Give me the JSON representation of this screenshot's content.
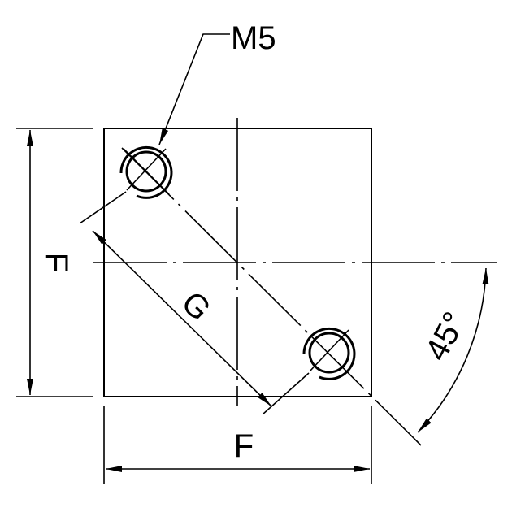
{
  "labels": {
    "thread": "M5",
    "side_vertical": "F",
    "side_horizontal": "F",
    "diagonal": "G",
    "angle": "45°"
  },
  "colors": {
    "line": "#000000",
    "background": "#ffffff"
  }
}
